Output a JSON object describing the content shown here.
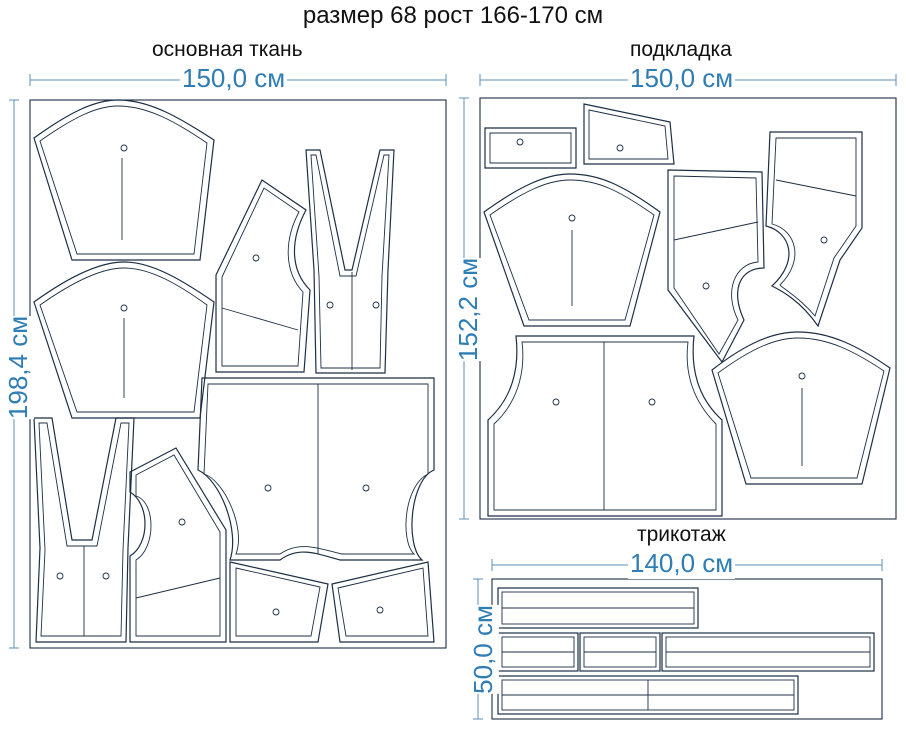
{
  "title": "размер 68 рост 166-170 см",
  "main_fabric": {
    "label": "основная ткань",
    "width": "150,0 см",
    "height": "198,4 см"
  },
  "lining": {
    "label": "подкладка",
    "width": "150,0 см",
    "height": "152,2 см"
  },
  "knit": {
    "label": "трикотаж",
    "width": "140,0 см",
    "height": "50,0 см"
  },
  "colors": {
    "dimension": "#2e7db5",
    "outline": "#1c2f45"
  }
}
